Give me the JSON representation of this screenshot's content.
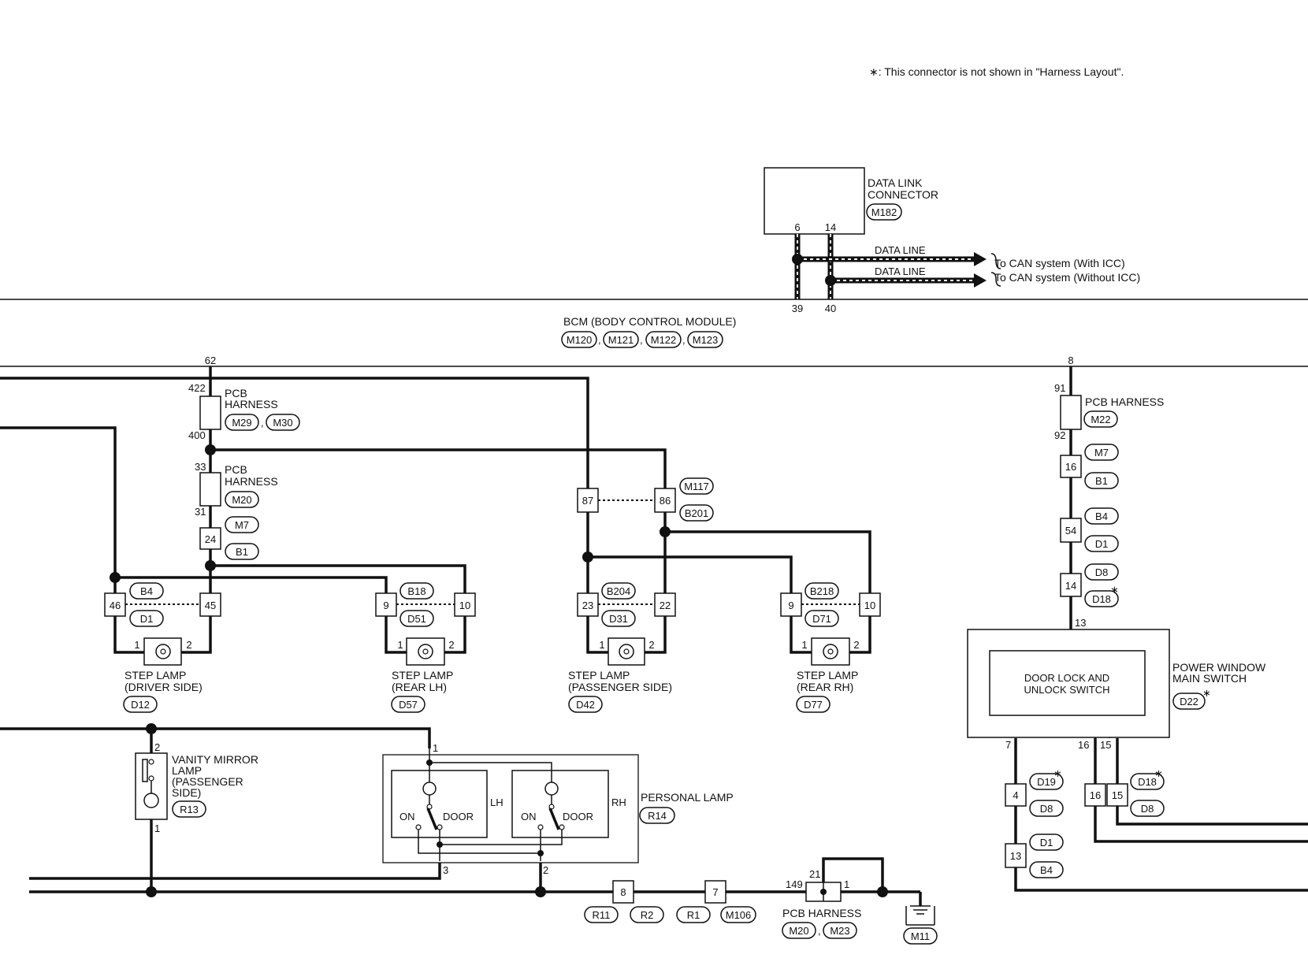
{
  "note": "∗: This connector is not shown in \"Harness Layout\".",
  "data_link": {
    "name_line1": "DATA LINK",
    "name_line2": "CONNECTOR",
    "connector": "M182",
    "pin_a": "6",
    "pin_b": "14",
    "data_line": "DATA LINE",
    "to_with_icc": "To CAN system (With ICC)",
    "to_without_icc": "To CAN system (Without ICC)"
  },
  "bcm": {
    "name": "BCM (BODY CONTROL MODULE)",
    "connectors": [
      "M120",
      "M121",
      "M122",
      "M123"
    ],
    "pin_39": "39",
    "pin_40": "40",
    "pin_62": "62",
    "pin_8": "8"
  },
  "pcb_harness_a": {
    "line1": "PCB",
    "line2": "HARNESS",
    "pin_top": "422",
    "pin_bot": "400",
    "conn1": "M29",
    "conn2": "M30"
  },
  "pcb_harness_b": {
    "line1": "PCB",
    "line2": "HARNESS",
    "pin_top": "33",
    "pin_bot": "31",
    "conn": "M20"
  },
  "pcb_harness_c": {
    "name": "PCB HARNESS",
    "pin_top": "91",
    "pin_bot": "92",
    "conn": "M22"
  },
  "pcb_harness_d": {
    "name": "PCB HARNESS",
    "pin_a": "149",
    "pin_b": "21",
    "pin_c": "1",
    "conn1": "M20",
    "conn2": "M23"
  },
  "joints": {
    "j24": {
      "pin": "24",
      "c1": "M7",
      "c2": "B1"
    },
    "j87": "87",
    "j86": "86",
    "j86_c1": "M117",
    "j86_c2": "B201",
    "j16": {
      "pin": "16",
      "c1": "M7",
      "c2": "B1"
    },
    "j54": {
      "pin": "54",
      "c1": "B4",
      "c2": "D1"
    },
    "j14": {
      "pin": "14",
      "c1": "D8",
      "c2": "D18"
    },
    "j46": "46",
    "j45": "45",
    "j46_c1": "B4",
    "j46_c2": "D1",
    "j9a": "9",
    "j10a": "10",
    "j9a_c1": "B18",
    "j9a_c2": "D51",
    "j23": "23",
    "j22": "22",
    "j23_c1": "B204",
    "j23_c2": "D31",
    "j9b": "9",
    "j10b": "10",
    "j9b_c1": "B218",
    "j9b_c2": "D71"
  },
  "step_lamps": [
    {
      "line1": "STEP LAMP",
      "line2": "(DRIVER SIDE)",
      "conn": "D12",
      "pin1": "1",
      "pin2": "2"
    },
    {
      "line1": "STEP LAMP",
      "line2": "(REAR LH)",
      "conn": "D57",
      "pin1": "1",
      "pin2": "2"
    },
    {
      "line1": "STEP LAMP",
      "line2": "(PASSENGER SIDE)",
      "conn": "D42",
      "pin1": "1",
      "pin2": "2"
    },
    {
      "line1": "STEP LAMP",
      "line2": "(REAR RH)",
      "conn": "D77",
      "pin1": "1",
      "pin2": "2"
    }
  ],
  "power_window": {
    "name_line1": "POWER WINDOW",
    "name_line2": "MAIN SWITCH",
    "conn": "D22",
    "inner_line1": "DOOR LOCK AND",
    "inner_line2": "UNLOCK SWITCH",
    "pin_13": "13",
    "pin_7": "7",
    "pin_16": "16",
    "pin_15": "15"
  },
  "pw_joints": {
    "j4": "4",
    "j4_c1": "D19",
    "j4_c2": "D8",
    "j13": "13",
    "j13_c1": "D1",
    "j13_c2": "B4",
    "j16": "16",
    "j15": "15",
    "j16_c1": "D18",
    "j16_c2": "D8"
  },
  "vanity": {
    "line1": "VANITY MIRROR",
    "line2": "LAMP",
    "line3": "(PASSENGER",
    "line4": "SIDE)",
    "conn": "R13",
    "pin_top": "2",
    "pin_bot": "1"
  },
  "personal": {
    "name": "PERSONAL LAMP",
    "conn": "R14",
    "lh": "LH",
    "rh": "RH",
    "on": "ON",
    "door": "DOOR",
    "pin1": "1",
    "pin2": "2",
    "pin3": "3"
  },
  "ground_joints": {
    "j8": "8",
    "j8_c1": "R11",
    "j8_c2": "R2",
    "j7": "7",
    "j7_c1": "R1",
    "j7_c2": "M106",
    "ground_conn": "M11"
  },
  "star": "∗"
}
